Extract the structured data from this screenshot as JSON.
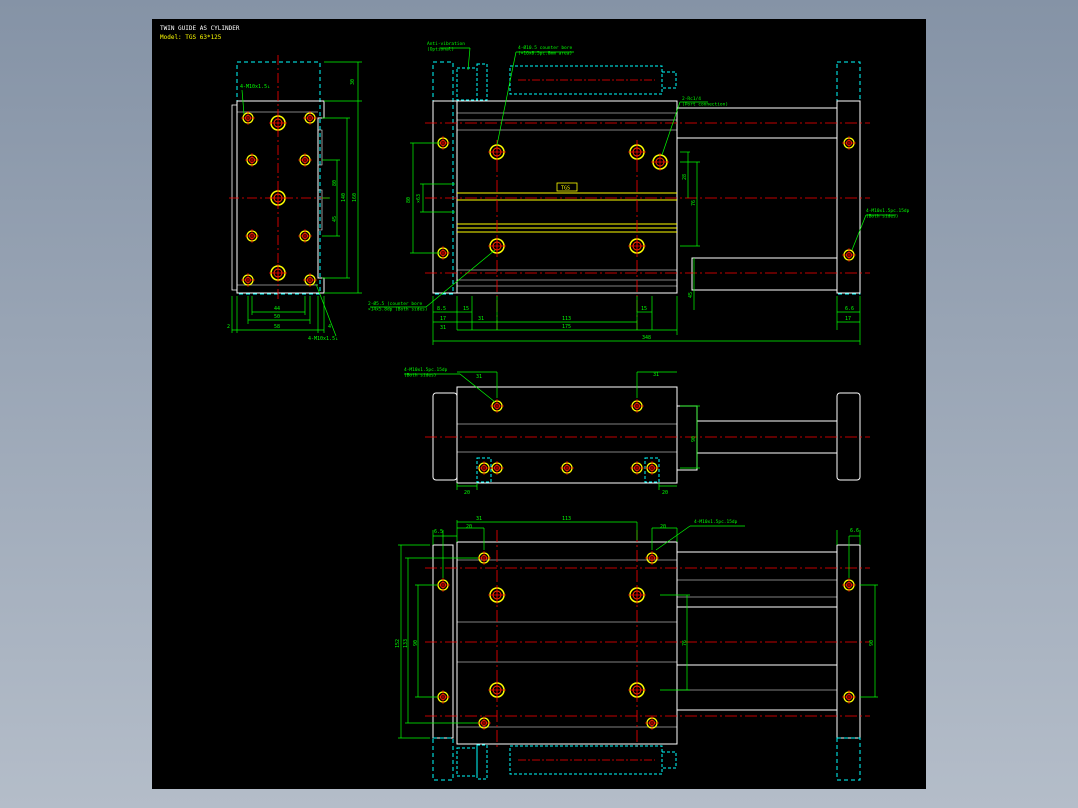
{
  "title_block": {
    "title": "TWIN GUIDE AS CYLINDER",
    "model": "Model: TGS 63*125"
  },
  "colors": {
    "background": "#8f9bab",
    "sheet": "#000000",
    "outline": "#ffffff",
    "dimension": "#00ff00",
    "centerline": "#ff0000",
    "hidden": "#00ffff",
    "highlight": "#ffff00"
  },
  "end_view": {
    "callout_top": "4-M10x1.5↓",
    "callout_bottom": "4-M10x1.5↓",
    "dims_right": [
      "30",
      "80",
      "140",
      "160",
      "45"
    ],
    "dims_bottom": [
      "44",
      "50",
      "58",
      "2",
      "4"
    ]
  },
  "front_view": {
    "callout_plunger": "Anti-vibration\n(Optional)",
    "callout_counterbore": "4-Ø10.5 counter bore\n(×16x8.5pc.8mm area)",
    "callout_port": "2-Rc1/4\n(Port connection)",
    "callout_right": "4-M10x1.5pc.15dp\n(Both sides)",
    "callout_bottom": "2-Ø5.5 (counter bore\n×14x5.8dp (Both sides)",
    "name_plate": "TGS",
    "dims_left": [
      "80",
      "×63"
    ],
    "dims_right": [
      "28",
      "76",
      "45"
    ],
    "dims_bottom": [
      "8.5",
      "15",
      "31",
      "113",
      "15",
      "6.6"
    ],
    "dims_overall": [
      "17",
      "31",
      "175",
      "17",
      "348"
    ]
  },
  "top_view": {
    "callout": "4-M10x1.5pc.15dp\n(Both sides)",
    "dims": [
      "31",
      "31",
      "90",
      "20",
      "20"
    ]
  },
  "bottom_view": {
    "callout": "4-M10x1.5pc.15dp",
    "dims_top": [
      "6.5",
      "20",
      "31",
      "113",
      "20",
      "6.6"
    ],
    "dims_left": [
      "152",
      "133",
      "90"
    ],
    "dims_right": [
      "76",
      "90"
    ]
  }
}
